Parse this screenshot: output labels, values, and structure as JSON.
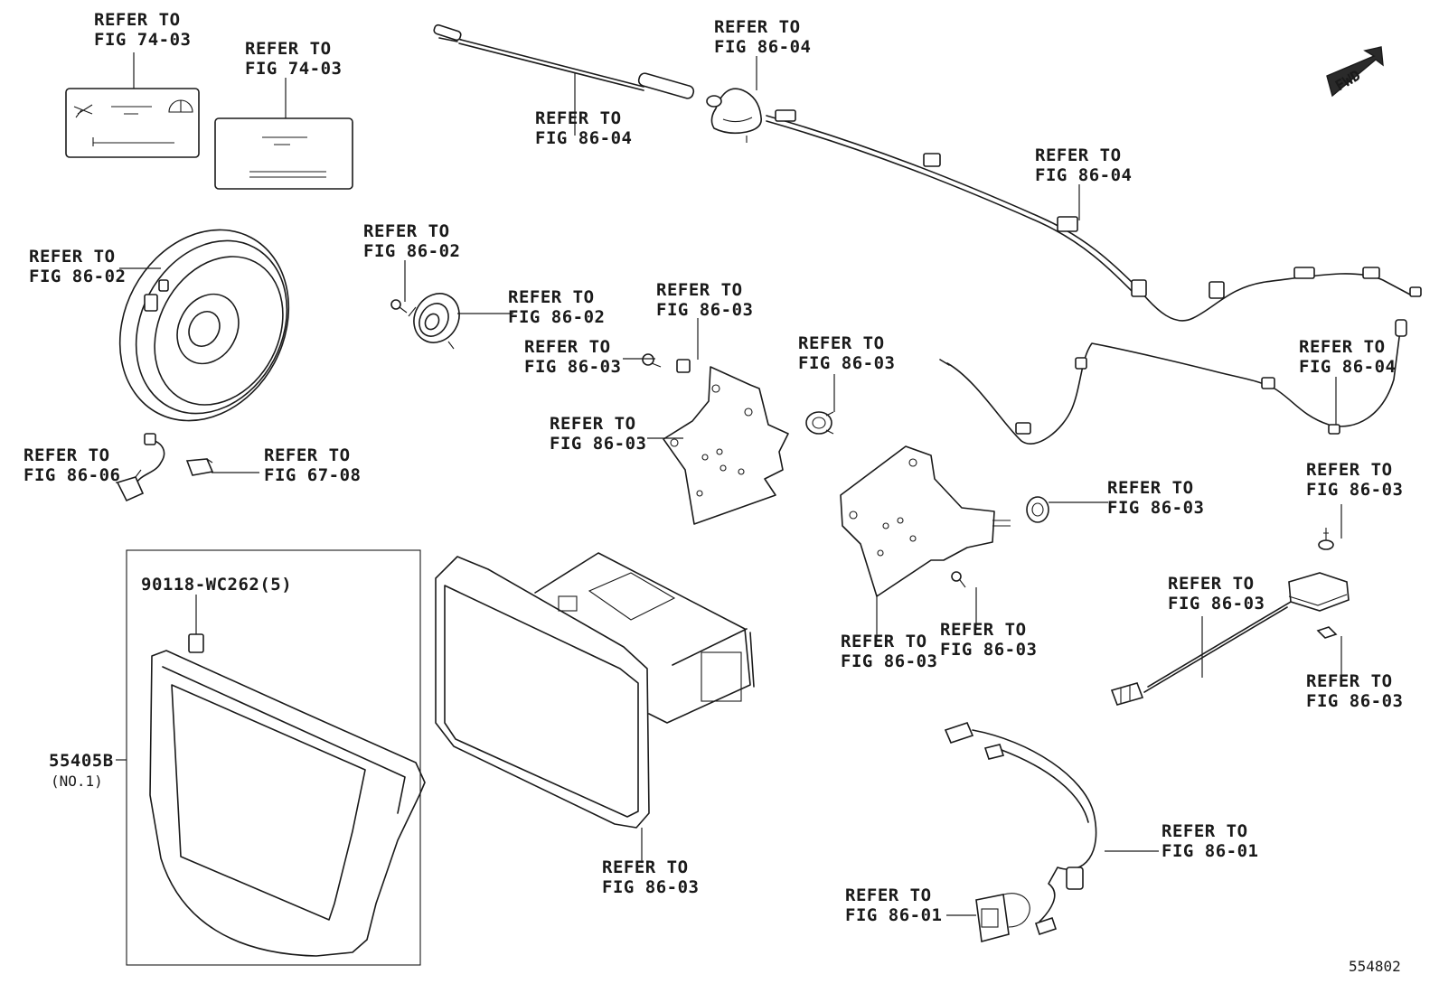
{
  "diagram": {
    "refer_prefix": "REFER TO",
    "callouts": [
      {
        "id": "decal-1",
        "fig": "FIG 74-03"
      },
      {
        "id": "decal-2",
        "fig": "FIG 74-03"
      },
      {
        "id": "antenna-rod",
        "fig": "FIG 86-04"
      },
      {
        "id": "antenna-base",
        "fig": "FIG 86-04"
      },
      {
        "id": "antenna-cable",
        "fig": "FIG 86-04"
      },
      {
        "id": "speaker",
        "fig": "FIG 86-02"
      },
      {
        "id": "tweeter-screw",
        "fig": "FIG 86-02"
      },
      {
        "id": "tweeter",
        "fig": "FIG 86-02"
      },
      {
        "id": "bracket-clip",
        "fig": "FIG 86-03"
      },
      {
        "id": "bracket-screw",
        "fig": "FIG 86-03"
      },
      {
        "id": "bracket-left",
        "fig": "FIG 86-03"
      },
      {
        "id": "bushing-left",
        "fig": "FIG 86-03"
      },
      {
        "id": "wire-harness-right",
        "fig": "FIG 86-04"
      },
      {
        "id": "bulb-socket",
        "fig": "FIG 86-06"
      },
      {
        "id": "switch-cover",
        "fig": "FIG 67-08"
      },
      {
        "id": "bushing-right",
        "fig": "FIG 86-03"
      },
      {
        "id": "bracket-right",
        "fig": "FIG 86-03"
      },
      {
        "id": "bracket-right-screw",
        "fig": "FIG 86-03"
      },
      {
        "id": "module-screw",
        "fig": "FIG 86-03"
      },
      {
        "id": "module-cable",
        "fig": "FIG 86-03"
      },
      {
        "id": "module-clip",
        "fig": "FIG 86-03"
      },
      {
        "id": "display-unit",
        "fig": "FIG 86-03"
      },
      {
        "id": "usb-harness",
        "fig": "FIG 86-01"
      },
      {
        "id": "usb-port",
        "fig": "FIG 86-01"
      }
    ],
    "parts": {
      "clip_number": "90118-WC262(5)",
      "bezel_number": "55405B",
      "bezel_note": "(NO.1)"
    },
    "fwd_label": "FWD",
    "diagram_number": "554802"
  }
}
